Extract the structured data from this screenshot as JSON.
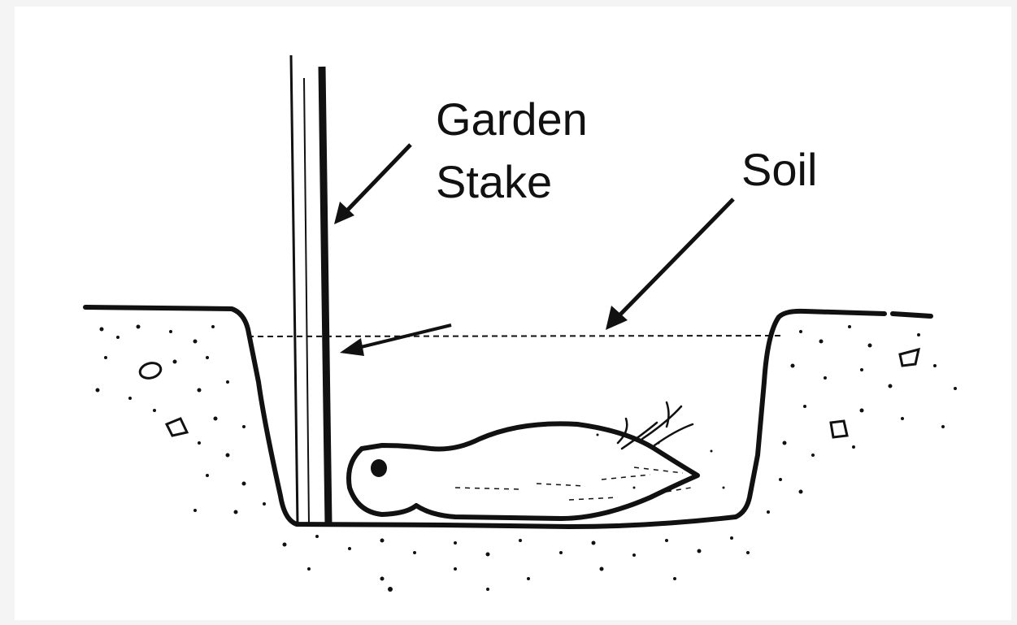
{
  "labels": {
    "stake_line1": "Garden",
    "stake_line2": "Stake",
    "soil": "Soil"
  },
  "colors": {
    "ink": "#111111",
    "paper": "#ffffff",
    "margin": "#f4f4f4"
  }
}
